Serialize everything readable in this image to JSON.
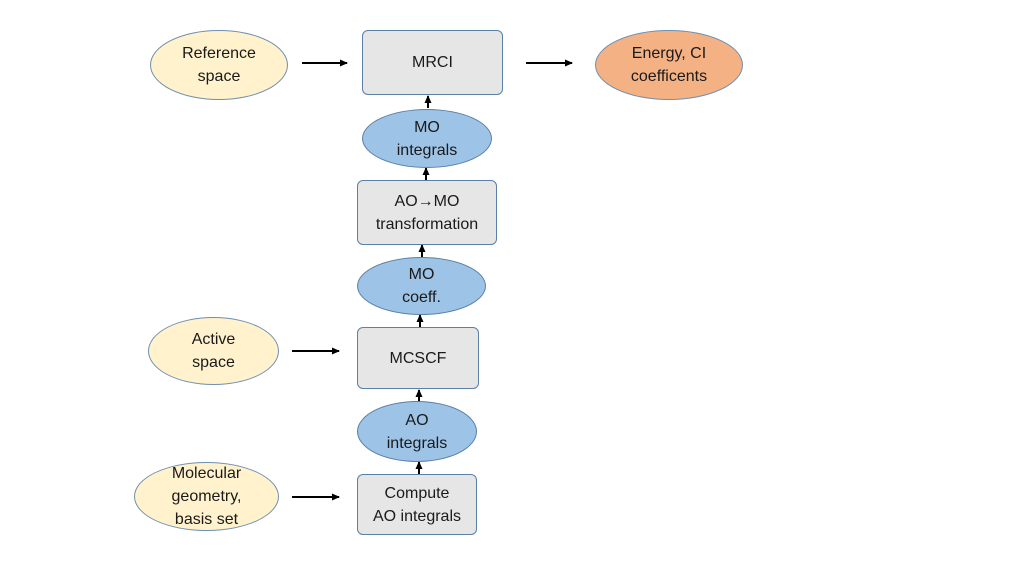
{
  "nodes": {
    "reference_space": "Reference\nspace",
    "mrci": "MRCI",
    "energy_ci": "Energy, CI\ncoefficents",
    "mo_integrals": "MO\nintegrals",
    "ao_mo_transformation": "AO→MO\ntransformation",
    "mo_coeff": "MO\ncoeff.",
    "active_space": "Active\nspace",
    "mcscf": "MCSCF",
    "ao_integrals": "AO\nintegrals",
    "molecular_geometry": "Molecular\ngeometry,\nbasis set",
    "compute_ao_integrals": "Compute\nAO integrals"
  },
  "colors": {
    "process_box": "#e6e6e6",
    "input_ellipse": "#fff2cc",
    "intermediate_ellipse": "#9dc3e6",
    "output_ellipse": "#f4b183",
    "arrow": "#000000"
  }
}
